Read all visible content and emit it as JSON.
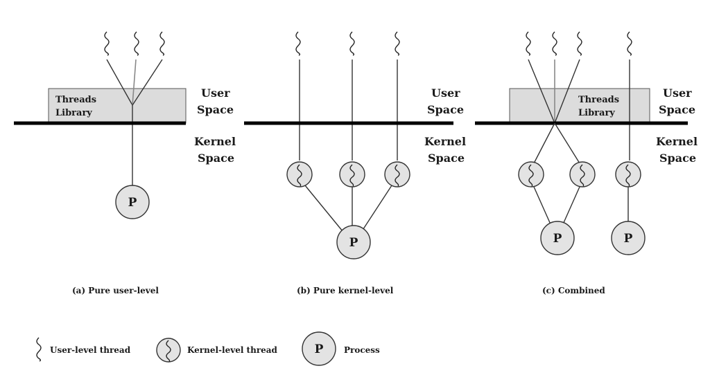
{
  "panels": [
    {
      "id": "a",
      "caption": "(a) Pure user-level",
      "library": [
        "Threads",
        "Library"
      ],
      "user_space": [
        "User",
        "Space"
      ],
      "kernel_space": [
        "Kernel",
        "Space"
      ],
      "process": "P"
    },
    {
      "id": "b",
      "caption": "(b) Pure kernel-level",
      "user_space": [
        "User",
        "Space"
      ],
      "kernel_space": [
        "Kernel",
        "Space"
      ],
      "process": "P"
    },
    {
      "id": "c",
      "caption": "(c) Combined",
      "library": [
        "Threads",
        "Library"
      ],
      "user_space": [
        "User",
        "Space"
      ],
      "kernel_space": [
        "Kernel",
        "Space"
      ],
      "processes": [
        "P",
        "P"
      ]
    }
  ],
  "legend": {
    "user_thread": "User-level thread",
    "kernel_thread": "Kernel-level thread",
    "process": "Process",
    "process_symbol": "P"
  }
}
